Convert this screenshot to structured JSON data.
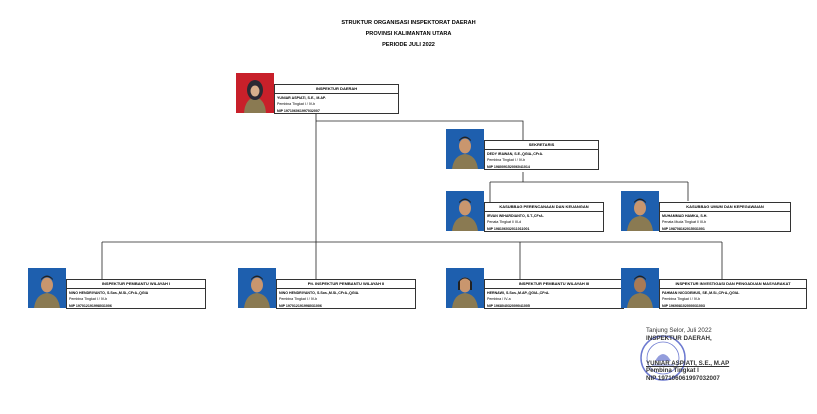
{
  "title": {
    "line1": "STRUKTUR ORGANISASI INSPEKTORAT DAERAH",
    "line2": "PROVINSI KALIMANTAN UTARA",
    "line3": "PERIODE JULI 2022"
  },
  "colors": {
    "line": "#222222",
    "photo_bg_red": "#c8202a",
    "photo_bg_blue": "#1e5fae",
    "uniform_khaki": "#8a7a52",
    "stamp_blue": "#3b4cc0"
  },
  "nodes": {
    "inspektur": {
      "position": "INSPEKTUR DAERAH",
      "name": "YUNIAR ASPIATI, S.E., M.AP.",
      "rank": "Pembina Tingkat I / IV-b",
      "nip": "NIP 197106061997032007"
    },
    "sekretaris": {
      "position": "SEKRETARIS",
      "name": "DEDY IRAWAN, S.E.,QGIA.,CFrA.",
      "rank": "Pembina Tingkat I / IV-b",
      "nip": "NIP 198009152006041014"
    },
    "kasubbag_perencanaan": {
      "position": "KASUBBAG PERENCANAAN DAN KEUANGAN",
      "name": "IRVAN WIHARDIANTO, S.T.,CFrA.",
      "rank": "Penata Tingkat I/ III-d",
      "nip": "NIP 198106032011011001"
    },
    "kasubbag_umum": {
      "position": "KASUBBAG UMUM DAN KEPEGAWAIAN",
      "name": "MUHAMMAD HAMKA, S.H.",
      "rank": "Penata Muda Tingkat I/ III-b",
      "nip": "NIP 198708162015031001"
    },
    "irban1": {
      "position": "INSPEKTUR PEMBANTU WILAYAH I",
      "name": "NINO HENDRIYANTO, S.Sos.,M.Si.,CFrA.,QGIA",
      "rank": "Pembina Tingkat I / IV-b",
      "nip": "NIP 197012191998031006"
    },
    "irban2": {
      "position": "Plt. INSPEKTUR PEMBANTU WILAYAH II",
      "name": "NINO HENDRIYANTO, S.Sos.,M.Si.,CFrA.,QGIA.",
      "rank": "Pembina Tingkat I / IV-b",
      "nip": "NIP 197012191998031006"
    },
    "irban3": {
      "position": "INSPEKTUR PEMBANTU WILAYAH III",
      "name": "HERNAWI, S.Sos.,M.AP.,QGIA.,CFrA.",
      "rank": "Pembina / IV-a",
      "nip": "NIP 196804032009041005"
    },
    "irban_investigasi": {
      "position": "INSPEKTUR INVESTIGASI DAN PENGADUAN MASYARAKAT",
      "name": "FAHMAN NICODEMUS, SE.,M.Si.,CFrA.,QGIA.",
      "rank": "Pembina Tingkat I / IV-b",
      "nip": "NIP 196908102000031003"
    }
  },
  "signature": {
    "place_date": "Tanjung Selor,        Juli 2022",
    "position": "INSPEKTUR DAERAH,",
    "name": "YUNIAR ASPIATI, S.E., M.AP",
    "rank": "Pembina Tingkat I",
    "nip": "NIP 197106061997032007"
  }
}
